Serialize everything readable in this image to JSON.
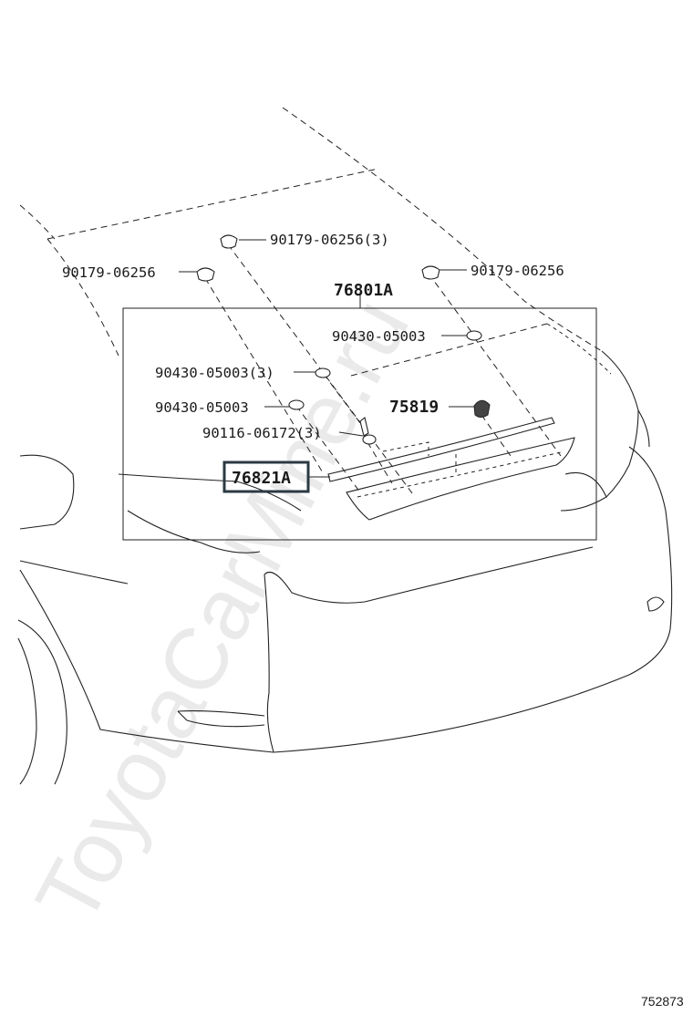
{
  "watermark": "ToyotaCarMine.ru",
  "figure_number": "752873",
  "labels": {
    "clip_top": "90179-06256(3)",
    "clip_left": "90179-06256",
    "clip_right": "90179-06256",
    "assembly": "76801A",
    "nut_right": "90430-05003",
    "nut_left_a": "90430-05003(3)",
    "nut_left_b": "90430-05003",
    "emblem": "75819",
    "screw": "90116-06172(3)",
    "garnish": "76821A"
  },
  "colors": {
    "line": "#222222",
    "highlight_box": "#2b3a42",
    "watermark": "#d9d9d9"
  }
}
